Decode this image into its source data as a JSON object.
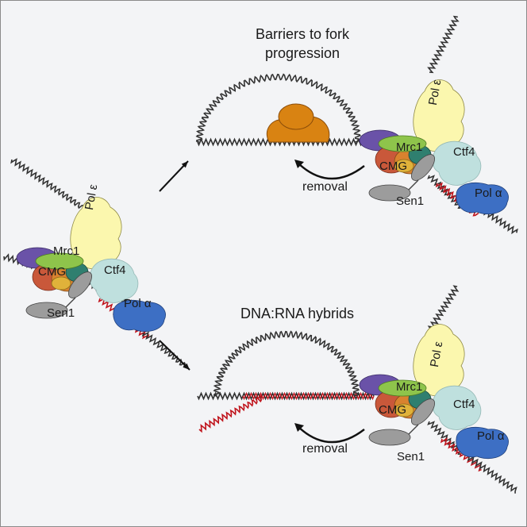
{
  "top_panel": {
    "title_line1": "Barriers to fork",
    "title_line2": "progression",
    "removal": "removal"
  },
  "bottom_panel": {
    "title": "DNA:RNA hybrids",
    "removal": "removal"
  },
  "replisome_labels": {
    "pol_epsilon": "Pol ε",
    "mrc1": "Mrc1",
    "cmg": "CMG",
    "ctf4": "Ctf4",
    "pol_alpha": "Pol α",
    "sen1": "Sen1"
  },
  "colors": {
    "background": "#f3f4f6",
    "dna": "#3a3a3a",
    "rna": "#c0141c",
    "pol_epsilon": "#fbf7ae",
    "mrc1": "#8ec44b",
    "ctf4": "#bfe0de",
    "pol_alpha": "#3d6fc4",
    "sen1": "#9c9c9c",
    "barrier": "#d98312"
  }
}
